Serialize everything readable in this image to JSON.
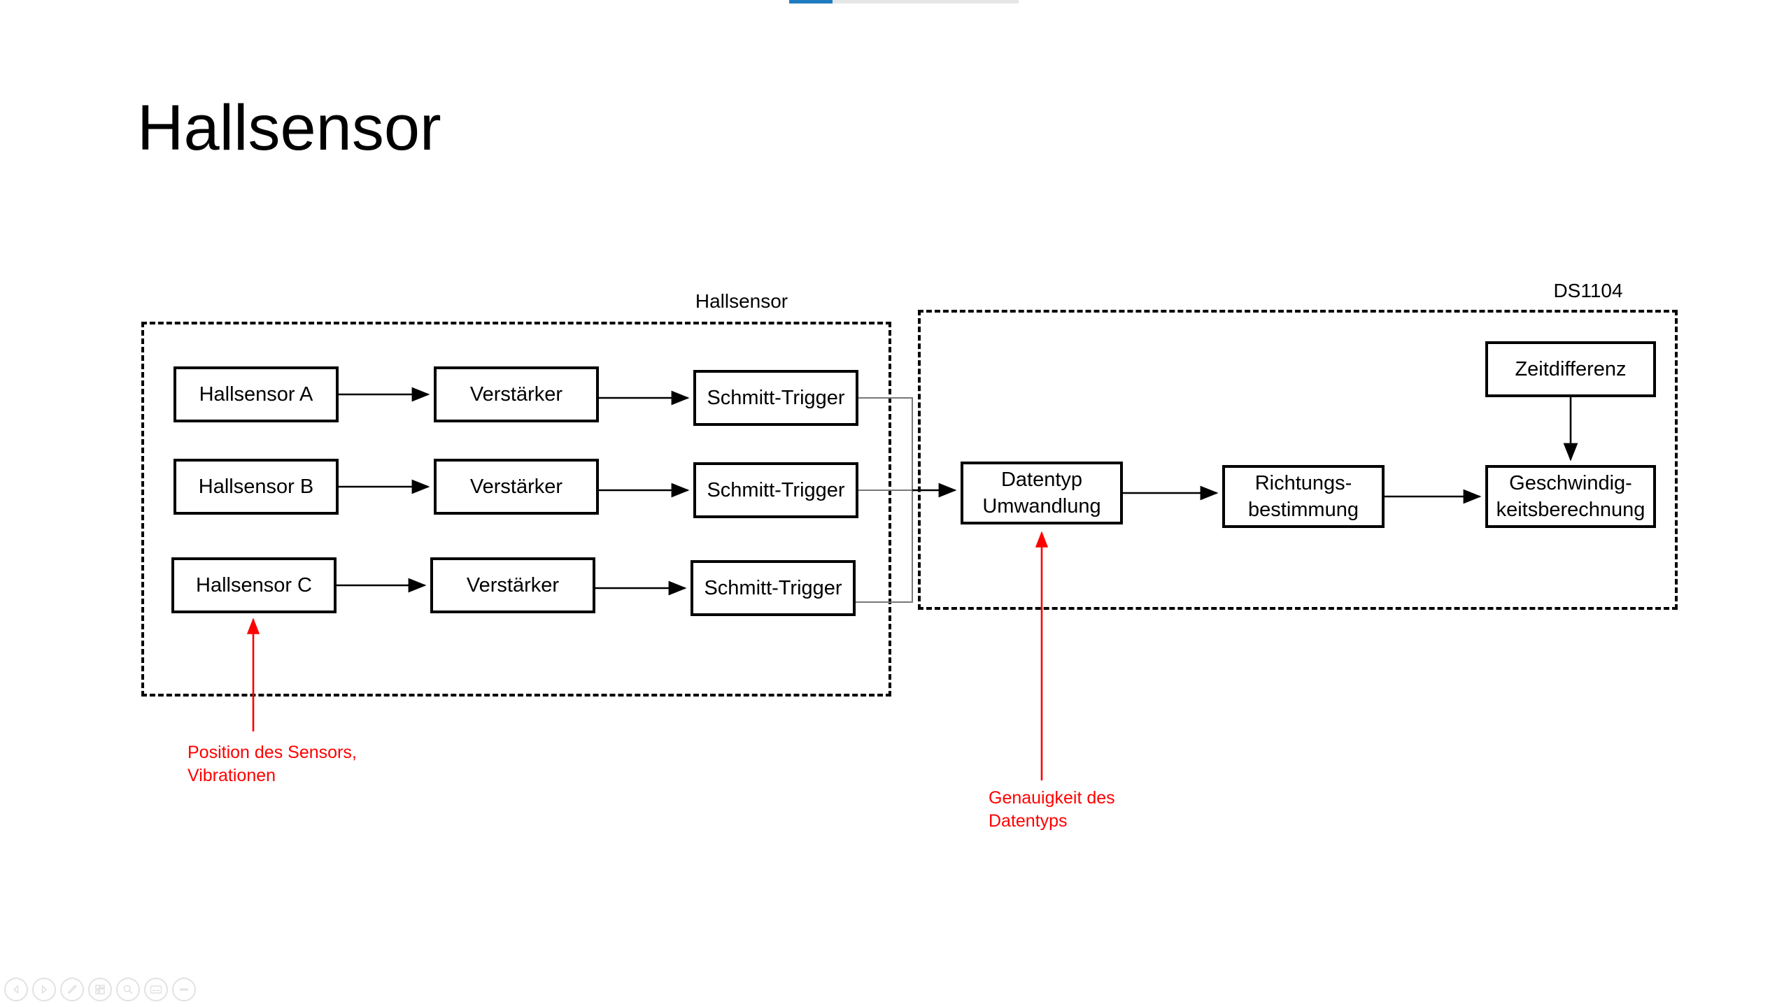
{
  "slide": {
    "title": "Hallsensor"
  },
  "progress": {
    "percent": 19,
    "fill_color": "#1f7cc0",
    "track_color": "#e6e6e6"
  },
  "diagram": {
    "groups": [
      {
        "id": "group-hallsensor",
        "label": "Hallsensor"
      },
      {
        "id": "group-ds1104",
        "label": "DS1104"
      }
    ],
    "nodes": [
      {
        "id": "hallsensor-a",
        "label": "Hallsensor A"
      },
      {
        "id": "hallsensor-b",
        "label": "Hallsensor B"
      },
      {
        "id": "hallsensor-c",
        "label": "Hallsensor C"
      },
      {
        "id": "verstaerker-a",
        "label": "Verstärker"
      },
      {
        "id": "verstaerker-b",
        "label": "Verstärker"
      },
      {
        "id": "verstaerker-c",
        "label": "Verstärker"
      },
      {
        "id": "schmitt-a",
        "label": "Schmitt-Trigger"
      },
      {
        "id": "schmitt-b",
        "label": "Schmitt-Trigger"
      },
      {
        "id": "schmitt-c",
        "label": "Schmitt-Trigger"
      },
      {
        "id": "datentyp-umwandlung",
        "line1": "Datentyp",
        "line2": "Umwandlung"
      },
      {
        "id": "richtungsbestimmung",
        "line1": "Richtungs-",
        "line2": "bestimmung"
      },
      {
        "id": "zeitdifferenz",
        "label": "Zeitdifferenz"
      },
      {
        "id": "geschwindigkeitsberechnung",
        "line1": "Geschwindig-",
        "line2": "keitsberechnung"
      }
    ],
    "notes": [
      {
        "id": "note-sensor-position",
        "text": "Position des Sensors,\nVibrationen",
        "color": "#ff0000"
      },
      {
        "id": "note-datentyp-genauigkeit",
        "text": "Genauigkeit des\nDatentyps",
        "color": "#ff0000"
      }
    ]
  },
  "toolbar": {
    "items": [
      {
        "id": "previous-slide",
        "icon": "triangle-left-icon"
      },
      {
        "id": "next-slide",
        "icon": "triangle-right-icon"
      },
      {
        "id": "pen-tool",
        "icon": "pen-icon"
      },
      {
        "id": "all-slides",
        "icon": "grid-slides-icon"
      },
      {
        "id": "zoom-tool",
        "icon": "magnifier-icon"
      },
      {
        "id": "subtitles",
        "icon": "captions-icon"
      },
      {
        "id": "more-options",
        "icon": "ellipsis-icon"
      }
    ]
  }
}
